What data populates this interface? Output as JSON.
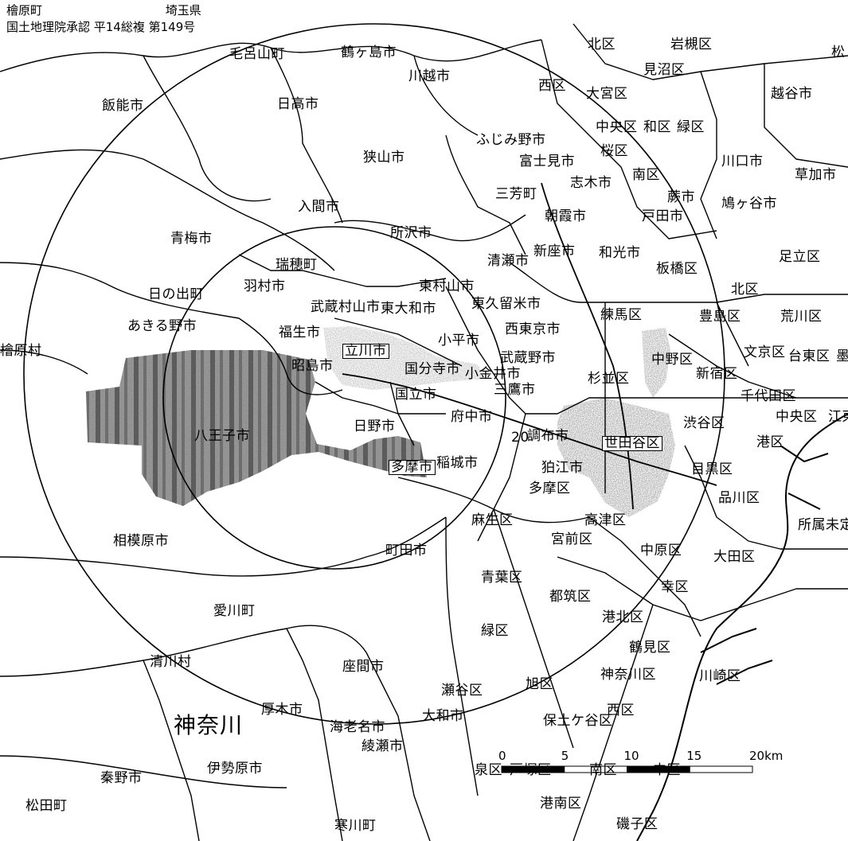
{
  "header": {
    "line1": "檜原町",
    "line2": "国土地理院承認 平14総複 第149号",
    "frag": "埼玉県"
  },
  "labels": [
    {
      "id": "moroyama",
      "text": "毛呂山町"
    },
    {
      "id": "tsurugashima",
      "text": "鶴ヶ島市"
    },
    {
      "id": "kawagoe",
      "text": "川越市"
    },
    {
      "id": "hanno",
      "text": "飯能市"
    },
    {
      "id": "hidaka",
      "text": "日高市"
    },
    {
      "id": "kita1",
      "text": "北区"
    },
    {
      "id": "iwatsuki",
      "text": "岩槻区"
    },
    {
      "id": "minuma",
      "text": "見沼区"
    },
    {
      "id": "nishi1",
      "text": "西区"
    },
    {
      "id": "omiya",
      "text": "大宮区"
    },
    {
      "id": "koshigaya",
      "text": "越谷市"
    },
    {
      "id": "chuo1",
      "text": "中央区"
    },
    {
      "id": "urawa",
      "text": "和区"
    },
    {
      "id": "midori1",
      "text": "緑区"
    },
    {
      "id": "fujimino",
      "text": "ふじみ野市"
    },
    {
      "id": "sakura",
      "text": "桜区"
    },
    {
      "id": "fujimi",
      "text": "富士見市"
    },
    {
      "id": "sayama",
      "text": "狭山市"
    },
    {
      "id": "kawaguchi",
      "text": "川口市"
    },
    {
      "id": "soka",
      "text": "草加市"
    },
    {
      "id": "shiki",
      "text": "志木市"
    },
    {
      "id": "minami1",
      "text": "南区"
    },
    {
      "id": "warabi",
      "text": "蕨市"
    },
    {
      "id": "miyoshi",
      "text": "三芳町"
    },
    {
      "id": "hatogaya",
      "text": "鳩ヶ谷市"
    },
    {
      "id": "iruma",
      "text": "入間市"
    },
    {
      "id": "asaka",
      "text": "朝霞市"
    },
    {
      "id": "toda",
      "text": "戸田市"
    },
    {
      "id": "ome",
      "text": "青梅市"
    },
    {
      "id": "tokorozawa",
      "text": "所沢市"
    },
    {
      "id": "kiyose",
      "text": "清瀬市"
    },
    {
      "id": "niiza",
      "text": "新座市"
    },
    {
      "id": "wako",
      "text": "和光市"
    },
    {
      "id": "adachi",
      "text": "足立区"
    },
    {
      "id": "mizuho",
      "text": "瑞穂町"
    },
    {
      "id": "itabashi",
      "text": "板橋区"
    },
    {
      "id": "hinode",
      "text": "日の出町"
    },
    {
      "id": "hamura",
      "text": "羽村市"
    },
    {
      "id": "higashimurayama",
      "text": "東村山市"
    },
    {
      "id": "kita2",
      "text": "北区"
    },
    {
      "id": "higashikurume",
      "text": "東久留米市"
    },
    {
      "id": "musashimurayama",
      "text": "武蔵村山市"
    },
    {
      "id": "higashiyamato",
      "text": "東大和市"
    },
    {
      "id": "arakawa",
      "text": "荒川区"
    },
    {
      "id": "akiruno",
      "text": "あきる野市"
    },
    {
      "id": "nerima",
      "text": "練馬区"
    },
    {
      "id": "toshima",
      "text": "豊島区"
    },
    {
      "id": "fussa",
      "text": "福生市"
    },
    {
      "id": "nishitokyo",
      "text": "西東京市"
    },
    {
      "id": "hinohara",
      "text": "檜原村"
    },
    {
      "id": "tachikawa",
      "text": "立川市"
    },
    {
      "id": "kodaira",
      "text": "小平市"
    },
    {
      "id": "bunkyo",
      "text": "文京区"
    },
    {
      "id": "taito",
      "text": "台東区"
    },
    {
      "id": "sumida",
      "text": "墨"
    },
    {
      "id": "akishima",
      "text": "昭島市"
    },
    {
      "id": "musashino",
      "text": "武蔵野市"
    },
    {
      "id": "nakano",
      "text": "中野区"
    },
    {
      "id": "kokubunji",
      "text": "国分寺市"
    },
    {
      "id": "koganei",
      "text": "小金井市"
    },
    {
      "id": "suginami",
      "text": "杉並区"
    },
    {
      "id": "shinjuku",
      "text": "新宿区"
    },
    {
      "id": "kunitachi",
      "text": "国立市"
    },
    {
      "id": "mitaka",
      "text": "三鷹市"
    },
    {
      "id": "chiyoda",
      "text": "千代田区"
    },
    {
      "id": "fuchu",
      "text": "府中市"
    },
    {
      "id": "shibuya",
      "text": "渋谷区"
    },
    {
      "id": "chuo2",
      "text": "中央区"
    },
    {
      "id": "koto",
      "text": "江東"
    },
    {
      "id": "hachioji",
      "text": "八王子市"
    },
    {
      "id": "hino",
      "text": "日野市"
    },
    {
      "id": "minato",
      "text": "港区"
    },
    {
      "id": "ring20",
      "text": "20"
    },
    {
      "id": "chofu",
      "text": "調布市"
    },
    {
      "id": "setagaya",
      "text": "世田谷区"
    },
    {
      "id": "tama",
      "text": "多摩市"
    },
    {
      "id": "inagi",
      "text": "稲城市"
    },
    {
      "id": "komae",
      "text": "狛江市"
    },
    {
      "id": "meguro",
      "text": "目黒区"
    },
    {
      "id": "tamaku",
      "text": "多摩区"
    },
    {
      "id": "shinagawa",
      "text": "品川区"
    },
    {
      "id": "asao",
      "text": "麻生区"
    },
    {
      "id": "takatsu",
      "text": "高津区"
    },
    {
      "id": "shozokumitei",
      "text": "所属未定"
    },
    {
      "id": "sagamihara",
      "text": "相模原市"
    },
    {
      "id": "miyamae",
      "text": "宮前区"
    },
    {
      "id": "machida",
      "text": "町田市"
    },
    {
      "id": "nakahara",
      "text": "中原区"
    },
    {
      "id": "ota",
      "text": "大田区"
    },
    {
      "id": "aoba",
      "text": "青葉区"
    },
    {
      "id": "saiwai",
      "text": "幸区"
    },
    {
      "id": "tsuzuki",
      "text": "都筑区"
    },
    {
      "id": "aikawa",
      "text": "愛川町"
    },
    {
      "id": "kohoku",
      "text": "港北区"
    },
    {
      "id": "midori2",
      "text": "緑区"
    },
    {
      "id": "tsurumi",
      "text": "鶴見区"
    },
    {
      "id": "kiyokawa",
      "text": "清川村"
    },
    {
      "id": "zama",
      "text": "座間市"
    },
    {
      "id": "kanagawaku",
      "text": "神奈川区"
    },
    {
      "id": "kawasakiku",
      "text": "川崎区"
    },
    {
      "id": "seya",
      "text": "瀬谷区"
    },
    {
      "id": "asahi",
      "text": "旭区"
    },
    {
      "id": "atsugi",
      "text": "厚木市"
    },
    {
      "id": "kanagawa",
      "text": "神奈川"
    },
    {
      "id": "yamato",
      "text": "大和市"
    },
    {
      "id": "hodogaya",
      "text": "保土ケ谷区"
    },
    {
      "id": "nishi2",
      "text": "西区"
    },
    {
      "id": "ebina",
      "text": "海老名市"
    },
    {
      "id": "ayase",
      "text": "綾瀬市"
    },
    {
      "id": "hadano",
      "text": "秦野市"
    },
    {
      "id": "isehara",
      "text": "伊勢原市"
    },
    {
      "id": "izumi",
      "text": "泉区"
    },
    {
      "id": "totsuka",
      "text": "戸塚区"
    },
    {
      "id": "minami2",
      "text": "南区"
    },
    {
      "id": "naka",
      "text": "中区"
    },
    {
      "id": "konan",
      "text": "港南区"
    },
    {
      "id": "matsuda",
      "text": "松田町"
    },
    {
      "id": "samukawa",
      "text": "寒川町"
    },
    {
      "id": "isogo",
      "text": "磯子区"
    },
    {
      "id": "matsubushi",
      "text": "松"
    }
  ],
  "scale": {
    "ticks": [
      "0",
      "5",
      "10",
      "15",
      "20km"
    ],
    "max_km": 20
  },
  "colors": {
    "line": "#000000",
    "shade_dark": "#6a6a6a",
    "shade_light": "#bcbcbc",
    "background": "#ffffff"
  }
}
